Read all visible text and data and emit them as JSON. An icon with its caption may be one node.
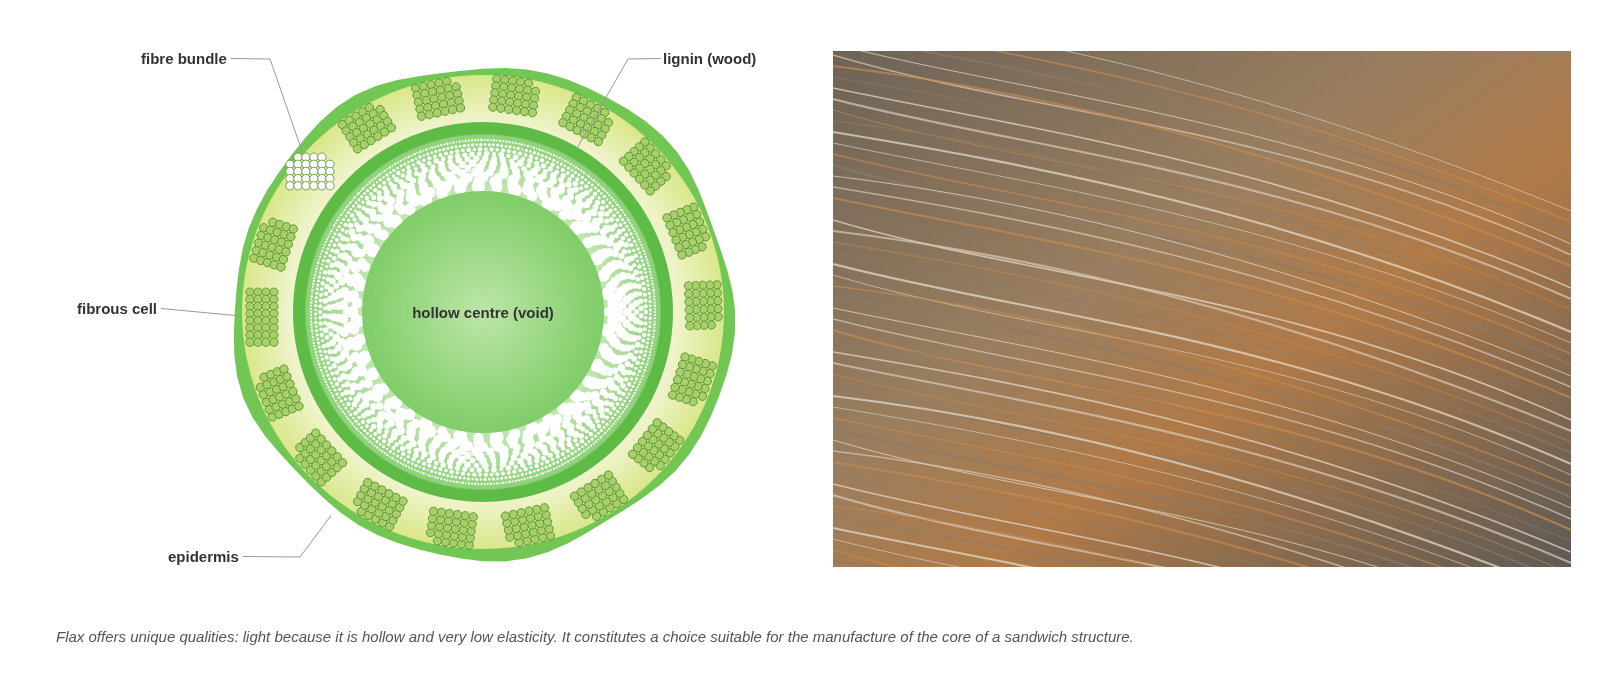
{
  "diagram": {
    "caption": "Flax offers unique qualities: light because it is hollow and very low elasticity. It constitutes a choice suitable for the manufacture of the core of a sandwich structure.",
    "nodes": [
      {
        "text": [
          "fibre bundle"
        ]
      },
      {
        "text": [
          "lignin (wood)"
        ]
      },
      {
        "text": [
          "fibrous cell"
        ]
      },
      {
        "text": [
          "epidermis"
        ]
      },
      {
        "text": [],
        "shape": "circle"
      },
      {
        "text": [],
        "shape": "picture",
        "in": 4
      },
      {
        "text": [],
        "shape": "circle",
        "in": 4
      },
      {
        "text": [
          "hollow centre (void)"
        ],
        "in": 6
      },
      {
        "text": [],
        "shape": "picture",
        "in": 4
      }
    ],
    "edges": [
      {
        "from": 0,
        "to": 5,
        "arrow": "none"
      },
      {
        "from": 1,
        "to": 6,
        "arrow": "none"
      },
      {
        "from": 2,
        "to": 8,
        "arrow": "none"
      },
      {
        "from": 3,
        "to": 4,
        "arrow": "none"
      }
    ]
  }
}
